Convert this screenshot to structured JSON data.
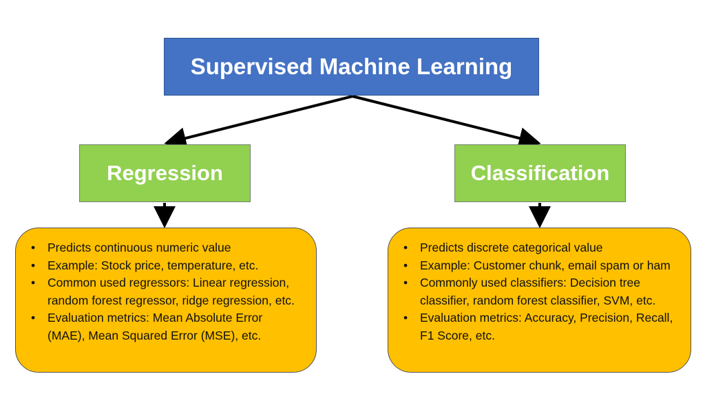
{
  "diagram": {
    "root": {
      "label": "Supervised Machine Learning",
      "color": "#4472C4"
    },
    "branches": [
      {
        "label": "Regression",
        "color": "#92D050",
        "details": [
          "Predicts continuous numeric value",
          "Example: Stock price, temperature, etc.",
          "Common used regressors: Linear regression, random forest regressor, ridge regression, etc.",
          "Evaluation metrics: Mean Absolute Error (MAE), Mean Squared Error (MSE), etc."
        ]
      },
      {
        "label": "Classification",
        "color": "#92D050",
        "details": [
          "Predicts discrete categorical value",
          "Example: Customer chunk, email spam or ham",
          "Commonly used classifiers: Decision tree classifier, random forest classifier, SVM, etc.",
          "Evaluation metrics: Accuracy, Precision, Recall, F1 Score, etc."
        ]
      }
    ],
    "details_color": "#FFC000"
  }
}
